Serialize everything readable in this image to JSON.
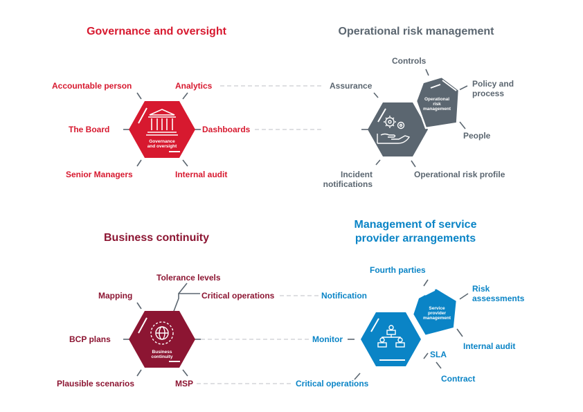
{
  "colors": {
    "governance": "#d7192f",
    "operational": "#5b6670",
    "continuity": "#8c1532",
    "service": "#0a84c6"
  },
  "governance": {
    "title": "Governance and oversight",
    "hex_label": "Governance and oversight",
    "icon": "bank-icon",
    "labels": {
      "accountable_person": "Accountable person",
      "the_board": "The Board",
      "senior_managers": "Senior Managers",
      "analytics": "Analytics",
      "dashboards": "Dashboards",
      "internal_audit": "Internal audit"
    }
  },
  "operational": {
    "title": "Operational risk management",
    "hex_label": "Operational risk management",
    "icon": "gears-hand-icon",
    "labels": {
      "assurance": "Assurance",
      "controls": "Controls",
      "policy_process": "Policy and process",
      "people": "People",
      "incident": "Incident notifications",
      "profile": "Operational risk profile"
    }
  },
  "continuity": {
    "title": "Business continuity",
    "hex_label": "Business continuity",
    "icon": "globe-cycle-icon",
    "labels": {
      "tolerance": "Tolerance levels",
      "mapping": "Mapping",
      "critical_ops": "Critical operations",
      "bcp": "BCP plans",
      "plausible": "Plausible scenarios",
      "msp": "MSP"
    }
  },
  "service": {
    "title": "Management of service provider arrangements",
    "hex_label": "Service provider management",
    "icon": "org-chart-icon",
    "labels": {
      "fourth": "Fourth parties",
      "risk": "Risk assessments",
      "notification": "Notification",
      "monitor": "Monitor",
      "internal_audit": "Internal audit",
      "sla": "SLA",
      "contract": "Contract",
      "critical_ops": "Critical operations"
    }
  }
}
